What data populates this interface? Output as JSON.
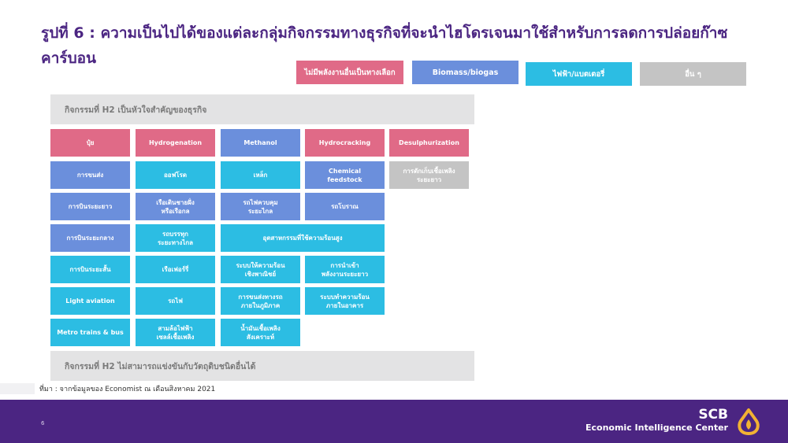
{
  "title": "รูปที่ 6 :  ความเป็นไปได้ของแต่ละกลุ่มกิจกรรมทางธุรกิจที่จะนำไฮโดรเจนมาใช้สำหรับการลดการปล่อยก๊าซคาร์บอน",
  "legend": [
    {
      "label": "ไม่มีพลังงานอื่นเป็นทางเลือก",
      "color": "#e06a87"
    },
    {
      "label": "Biomass/biogas",
      "color": "#6b8fdc"
    },
    {
      "label": "ไฟฟ้า/แบตเตอรี่",
      "color": "#2cbde3"
    },
    {
      "label": "อื่น ๆ",
      "color": "#c4c4c4"
    }
  ],
  "top_band": "กิจกรรมที่ H2 เป็นหัวใจสำคัญของธุรกิจ",
  "bottom_band": "กิจกรรมที่ H2 ไม่สามารถแข่งขันกับวัตถุดิบชนิดอื่นได้",
  "cells": {
    "r1": [
      "ปุ๋ย",
      "Hydrogenation",
      "Methanol",
      "Hydrocracking",
      "Desulphurization"
    ],
    "r2": [
      "การขนส่ง",
      "ออฟโรด",
      "เหล็ก",
      "Chemical\nfeedstock",
      "การดักเก็บเชื้อเพลิง\nระยะยาว"
    ],
    "r3": [
      "การบินระยะยาว",
      "เรือเดินชายฝั่ง\nหรือเรือกล",
      "รถไฟควบคุม\nระยะไกล",
      "รถโบราณ"
    ],
    "r4": [
      "การบินระยะกลาง",
      "รถบรรทุก\nระยะทางไกล",
      "อุตสาหกรรมที่ใช้ความร้อนสูง"
    ],
    "r5": [
      "การบินระยะสั้น",
      "เรือเฟอร์รี่",
      "ระบบให้ความร้อน\nเชิงพาณิชย์",
      "การนำเข้า\nพลังงานระยะยาว"
    ],
    "r6": [
      "Light aviation",
      "รถไฟ",
      "การขนส่งทางรถ\nภายในภูมิภาค",
      "ระบบทำความร้อน\nภายในอาคาร"
    ],
    "r7": [
      "Metro trains & bus",
      "สามล้อไฟฟ้า\nเซลล์เชื้อเพลิง",
      "น้ำมันเชื้อเพลิง\nสังเคราะห์"
    ]
  },
  "source": "ที่มา : จากข้อมูลของ Economist ณ เดือนสิงหาคม 2021",
  "page_number": "6",
  "brand": {
    "name": "SCB",
    "subtitle": "Economic Intelligence Center",
    "logo_color": "#f2b233"
  }
}
